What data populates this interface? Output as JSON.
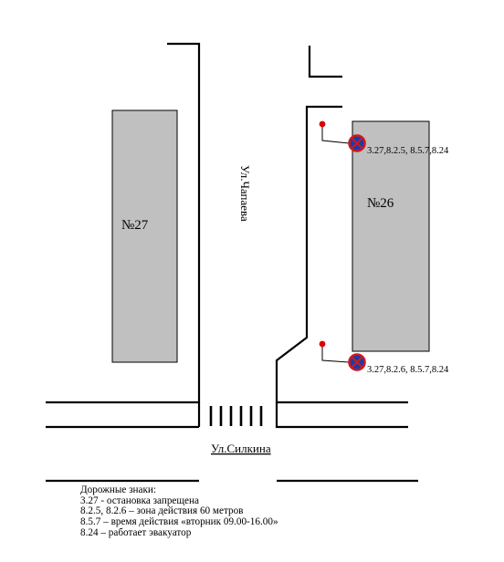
{
  "diagram": {
    "street_vertical": "Ул.Чапаева",
    "street_horizontal": "Ул.Силкина",
    "building_left": "№27",
    "building_right": "№26",
    "sign_top_caption": "3.27,8.2.5, 8.5.7,8.24",
    "sign_bottom_caption": "3.27,8.2.6, 8.5.7,8.24",
    "colors": {
      "building": "#c0c0c0",
      "sign_ring": "#d11a1a",
      "sign_field": "#1f3aa8",
      "pole_marker": "#e00000"
    }
  },
  "legend": {
    "title": "Дорожные знаки:",
    "items": [
      "3.27 - остановка  запрещена",
      "8.2.5, 8.2.6  – зона действия 60 метров",
      "8.5.7 – время действия  «вторник 09.00-16.00»",
      "8.24 –  работает эвакуатор"
    ]
  }
}
